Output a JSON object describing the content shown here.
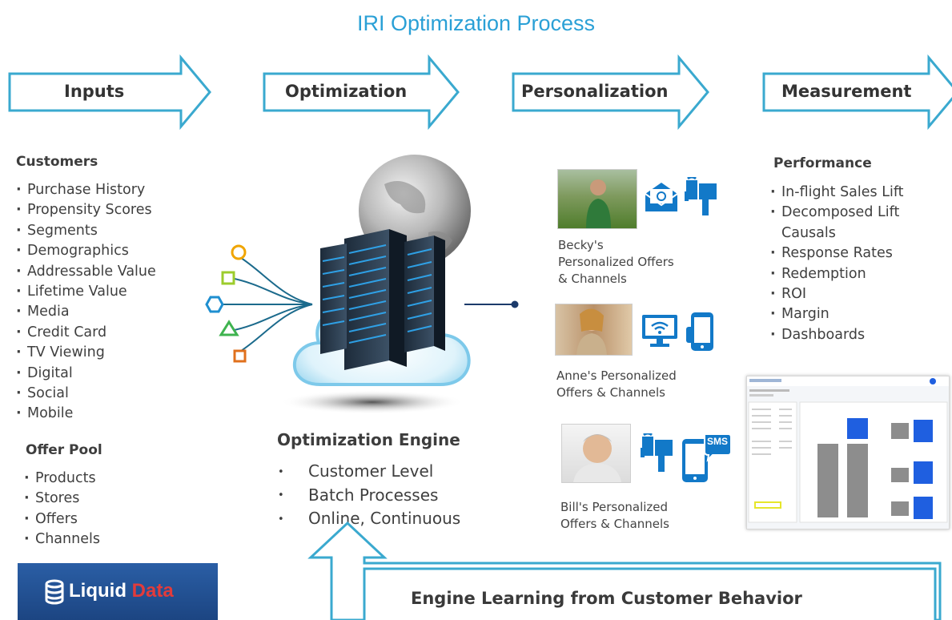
{
  "title": "IRI Optimization Process",
  "stages": [
    {
      "label": "Inputs"
    },
    {
      "label": "Optimization"
    },
    {
      "label": "Personalization"
    },
    {
      "label": "Measurement"
    }
  ],
  "inputs": {
    "customers_heading": "Customers",
    "customers": [
      "Purchase History",
      "Propensity Scores",
      "Segments",
      "Demographics",
      "Addressable Value",
      "Lifetime Value",
      "Media",
      "Credit Card",
      "TV Viewing",
      "Digital",
      "Social",
      "Mobile"
    ],
    "offer_pool_heading": "Offer Pool",
    "offer_pool": [
      "Products",
      "Stores",
      "Offers",
      "Channels"
    ],
    "logo_word1": "Liquid",
    "logo_word2": "Data"
  },
  "engine": {
    "title": "Optimization Engine",
    "items": [
      "Customer Level",
      "Batch Processes",
      "Online, Continuous"
    ]
  },
  "personas": [
    {
      "caption": "Becky's\nPersonalized Offers\n& Channels",
      "channels": [
        "email-icon",
        "mailbox-icon"
      ]
    },
    {
      "caption": "Anne's Personalized\nOffers & Channels",
      "channels": [
        "wifi-monitor-icon",
        "mobile-phone-icon"
      ]
    },
    {
      "caption": "Bill's Personalized\nOffers & Channels",
      "channels": [
        "mailbox-icon",
        "sms-phone-icon"
      ],
      "sms_text": "SMS"
    }
  ],
  "measurement": {
    "heading": "Performance",
    "items": [
      "In-flight Sales Lift",
      "Decomposed Lift\nCausals",
      "Response Rates",
      "Redemption",
      "ROI",
      "Margin",
      "Dashboards"
    ]
  },
  "feedback_label": "Engine Learning from Customer Behavior",
  "colors": {
    "title": "#2aa0d6",
    "arrow_stroke": "#3aa9cf",
    "icon_blue": "#1279c8",
    "dashboard_blue": "#1f5fe0",
    "dashboard_gray": "#8d8d8d",
    "logo_bg": "#2a5ea5",
    "logo_red": "#e23b3b"
  }
}
